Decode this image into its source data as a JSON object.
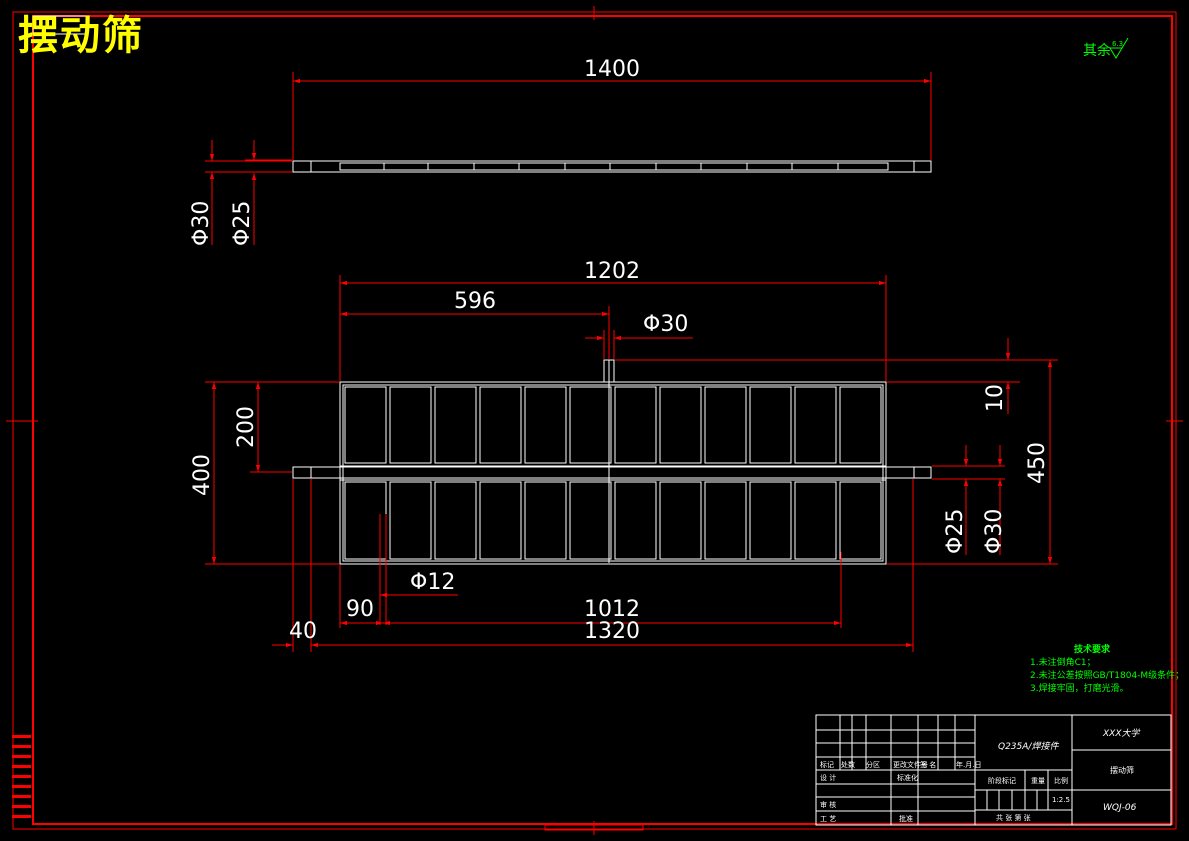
{
  "title": "摆动筛",
  "roughness": {
    "label": "其余",
    "value": "6.3"
  },
  "dims": {
    "top_length": "1400",
    "top_d30": "Φ30",
    "top_d25": "Φ25",
    "overall_width": "1202",
    "half_width": "596",
    "rod_d30": "Φ30",
    "offset_10": "10",
    "height_450": "450",
    "height_200": "200",
    "height_400": "400",
    "right_d25": "Φ25",
    "right_d30": "Φ30",
    "hole_d12": "Φ12",
    "dim_90": "90",
    "dim_1012": "1012",
    "dim_40": "40",
    "dim_1320": "1320"
  },
  "tech_requirements": {
    "title": "技术要求",
    "items": [
      "1.未注倒角C1；",
      "2.未注公差按照GB/T1804-M级条件；",
      "3.焊接牢固，打磨光滑。"
    ]
  },
  "title_block": {
    "material": "Q235A/焊接件",
    "school": "XXX大学",
    "part_name": "摆动筛",
    "drawing_no": "WQJ-06",
    "scale": "1:2.5",
    "row_labels": [
      "标记",
      "处数",
      "分区",
      "更改文件号",
      "签 名",
      "年.月.日"
    ],
    "design": "设 计",
    "standardize": "标准化",
    "review": "审 核",
    "process": "工 艺",
    "approve": "批准",
    "stage_mark": "阶段标记",
    "weight": "重量",
    "ratio": "比例",
    "sheets": "共   张   第   张"
  },
  "colors": {
    "background": "#000000",
    "frame": "#ff0000",
    "part": "#ffffff",
    "dimension": "#ff0000",
    "text": "#ffffff",
    "title": "#ffff00",
    "notes": "#00ff00"
  }
}
